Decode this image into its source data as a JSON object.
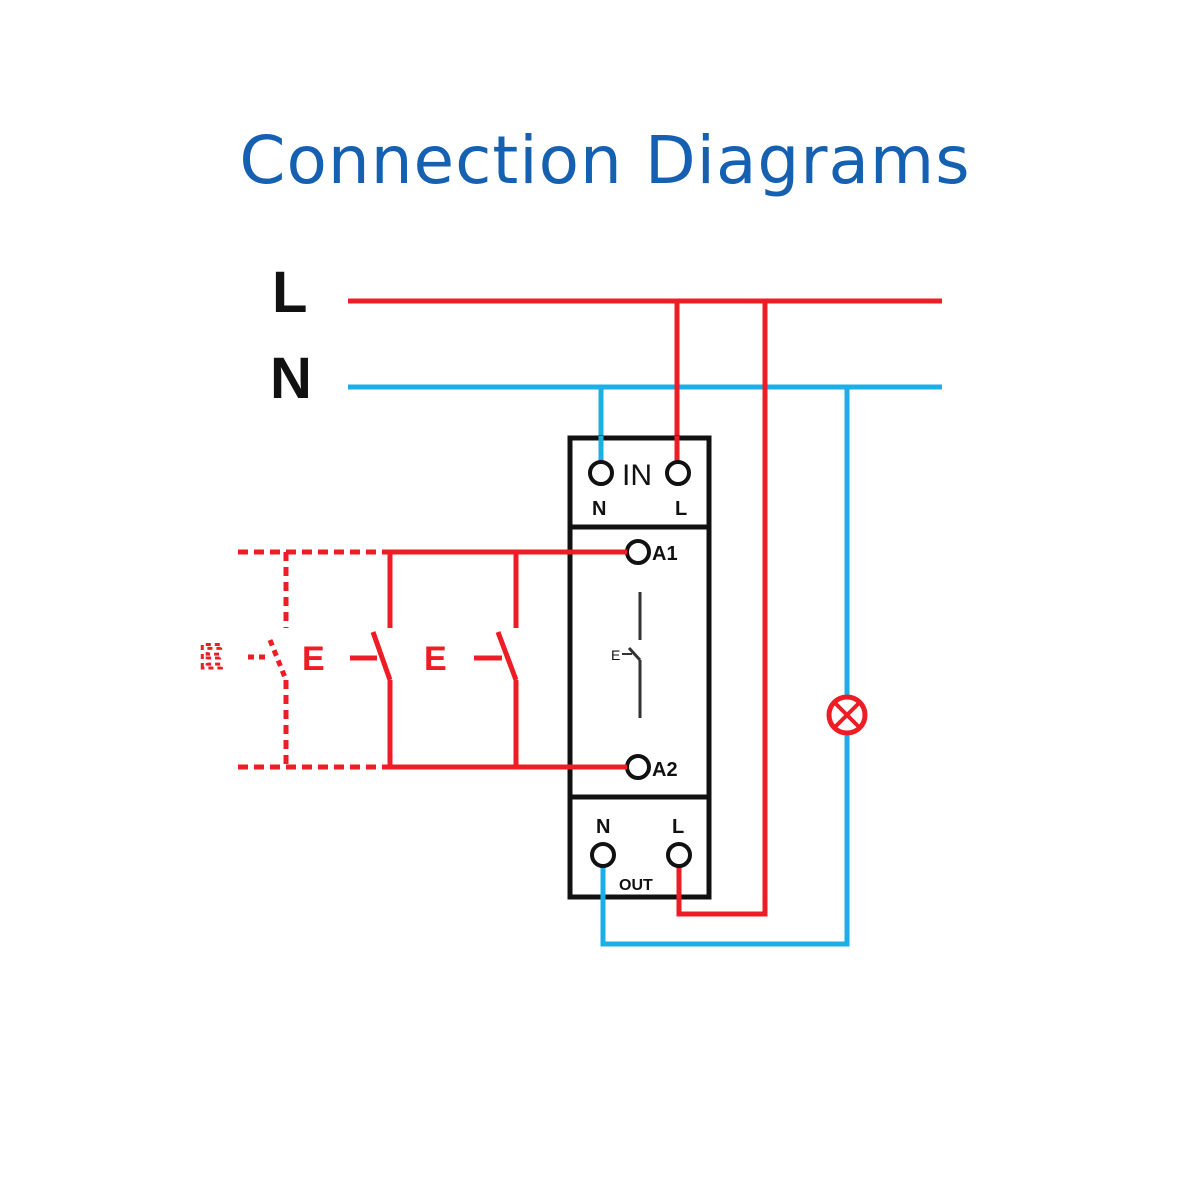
{
  "title": "Connection Diagrams",
  "colors": {
    "title": "#1560b0",
    "live_wire": "#ee1c24",
    "neutral_wire": "#1eaee6",
    "device_outline": "#111111"
  },
  "bus": {
    "live_label": "L",
    "neutral_label": "N"
  },
  "device": {
    "input": {
      "label": "IN",
      "n_label": "N",
      "l_label": "L"
    },
    "control": {
      "a1_label": "A1",
      "a2_label": "A2",
      "contact_label": "E"
    },
    "output": {
      "label": "OUT",
      "n_label": "N",
      "l_label": "L"
    }
  },
  "switches": [
    {
      "label": "E",
      "style": "dashed"
    },
    {
      "label": "E",
      "style": "solid"
    },
    {
      "label": "E",
      "style": "solid"
    }
  ],
  "load": {
    "icon": "lamp-icon"
  }
}
